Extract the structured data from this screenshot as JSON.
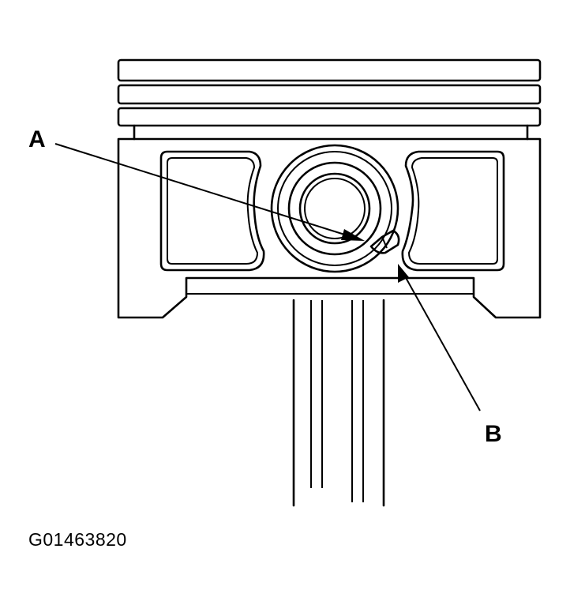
{
  "callouts": {
    "a": "A",
    "b": "B"
  },
  "figure_id": "G01463820",
  "colors": {
    "line": "#000000",
    "background": "#ffffff"
  }
}
